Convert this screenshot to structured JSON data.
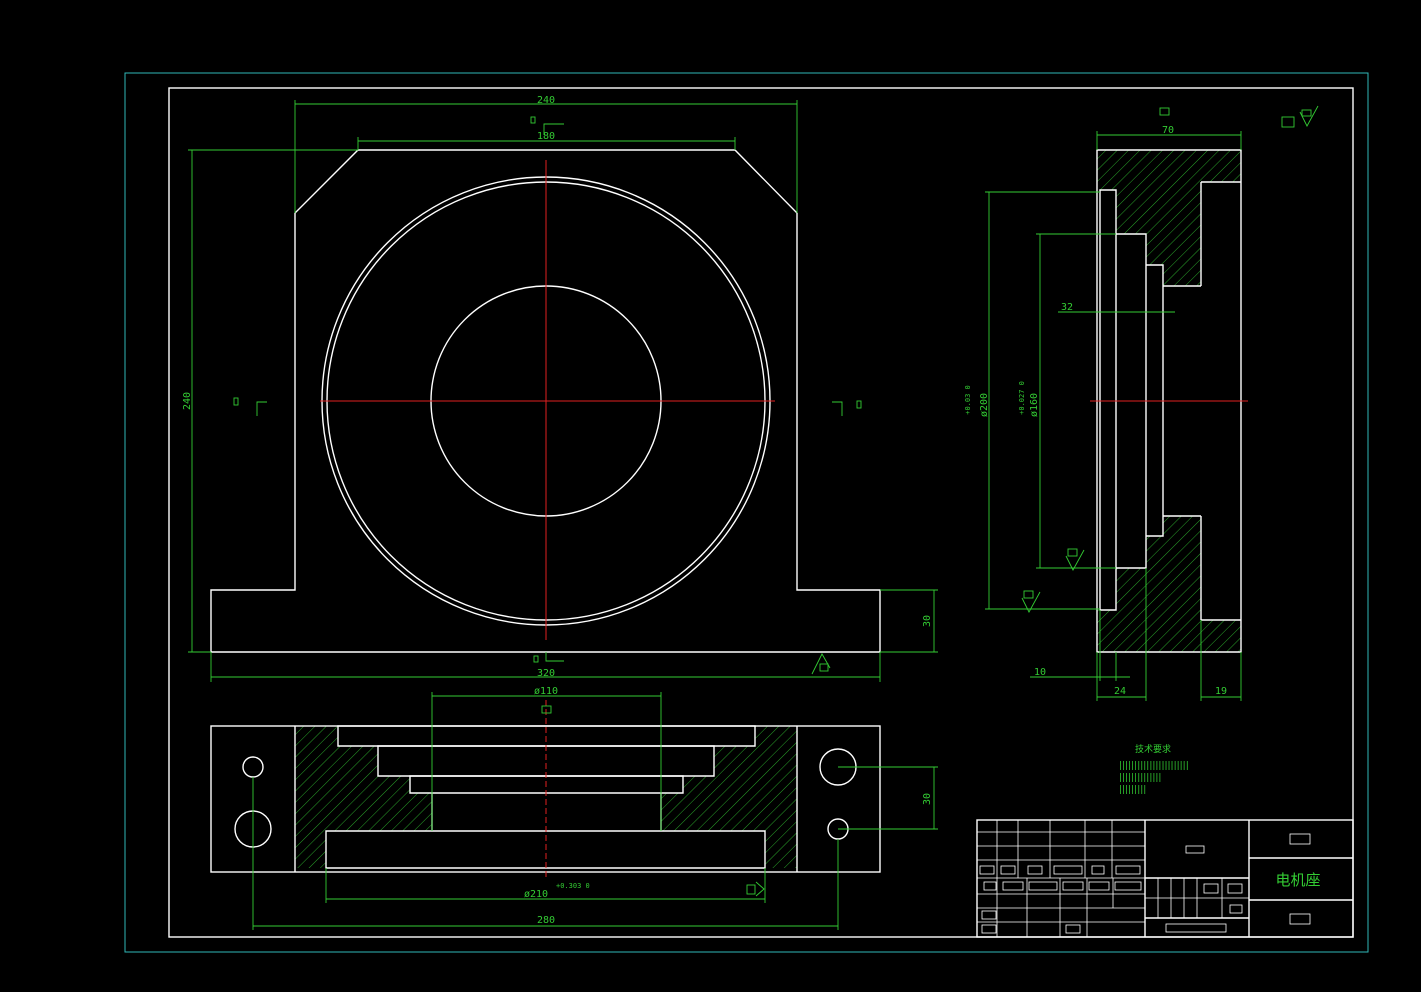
{
  "title_block": {
    "part_name": "电机座"
  },
  "technical_requirements": {
    "heading": "技术要求",
    "lines": [
      "|||||||||||||||||||||||",
      "||||||||||||||",
      "|||||||||"
    ]
  },
  "front_view": {
    "dim_top_width": "240",
    "dim_flat_top": "180",
    "dim_height": "240",
    "dim_base_width": "320",
    "dim_base_height": "30"
  },
  "side_view": {
    "dim_width": "70",
    "dim_bore_outer": "ø200",
    "dim_bore_outer_tol": "+0.03 0",
    "dim_bore_inner": "ø160",
    "dim_bore_inner_tol": "+0.027 0",
    "dim_32": "32",
    "dim_10": "10",
    "dim_24": "24",
    "dim_19": "19"
  },
  "top_view": {
    "dim_bore": "ø110",
    "dim_height": "30",
    "dim_counterbore": "ø210",
    "dim_counterbore_tol": "+0.303 0",
    "dim_hole_spacing": "280"
  },
  "colors": {
    "background": "#000000",
    "outline": "#ffffff",
    "dimension": "#33cc33",
    "centerline": "#e02020",
    "frame": "#30b8b8"
  }
}
